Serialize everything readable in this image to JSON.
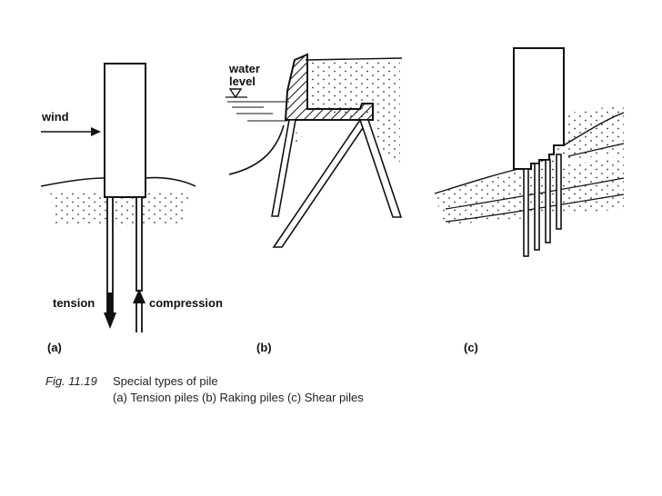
{
  "figure": {
    "panel_a": {
      "letter": "(a)",
      "wind_label": "wind",
      "tension_label": "tension",
      "compression_label": "compression"
    },
    "panel_b": {
      "letter": "(b)",
      "water_label_1": "water",
      "water_label_2": "level"
    },
    "panel_c": {
      "letter": "(c)"
    }
  },
  "caption": {
    "number": "Fig. 11.19",
    "title": "Special types of pile",
    "subtitle": "(a) Tension piles (b) Raking piles (c) Shear piles"
  },
  "colors": {
    "ink": "#111111",
    "background": "#ffffff"
  }
}
